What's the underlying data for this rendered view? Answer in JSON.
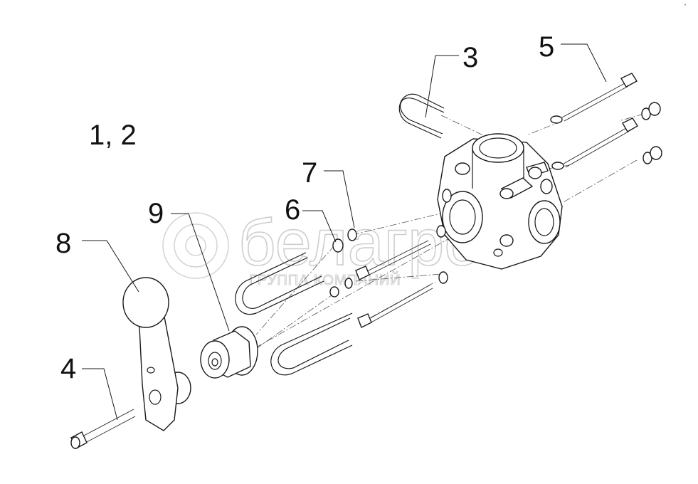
{
  "corner_mark": "•",
  "watermark": {
    "brand": "белагро",
    "tagline": "ГРУППА КОМПАНИЙ"
  },
  "callouts": [
    {
      "id": "1-2",
      "text": "1, 2"
    },
    {
      "id": "3",
      "text": "3"
    },
    {
      "id": "4",
      "text": "4"
    },
    {
      "id": "5",
      "text": "5"
    },
    {
      "id": "6",
      "text": "6"
    },
    {
      "id": "7",
      "text": "7"
    },
    {
      "id": "8",
      "text": "8"
    },
    {
      "id": "9",
      "text": "9"
    }
  ]
}
